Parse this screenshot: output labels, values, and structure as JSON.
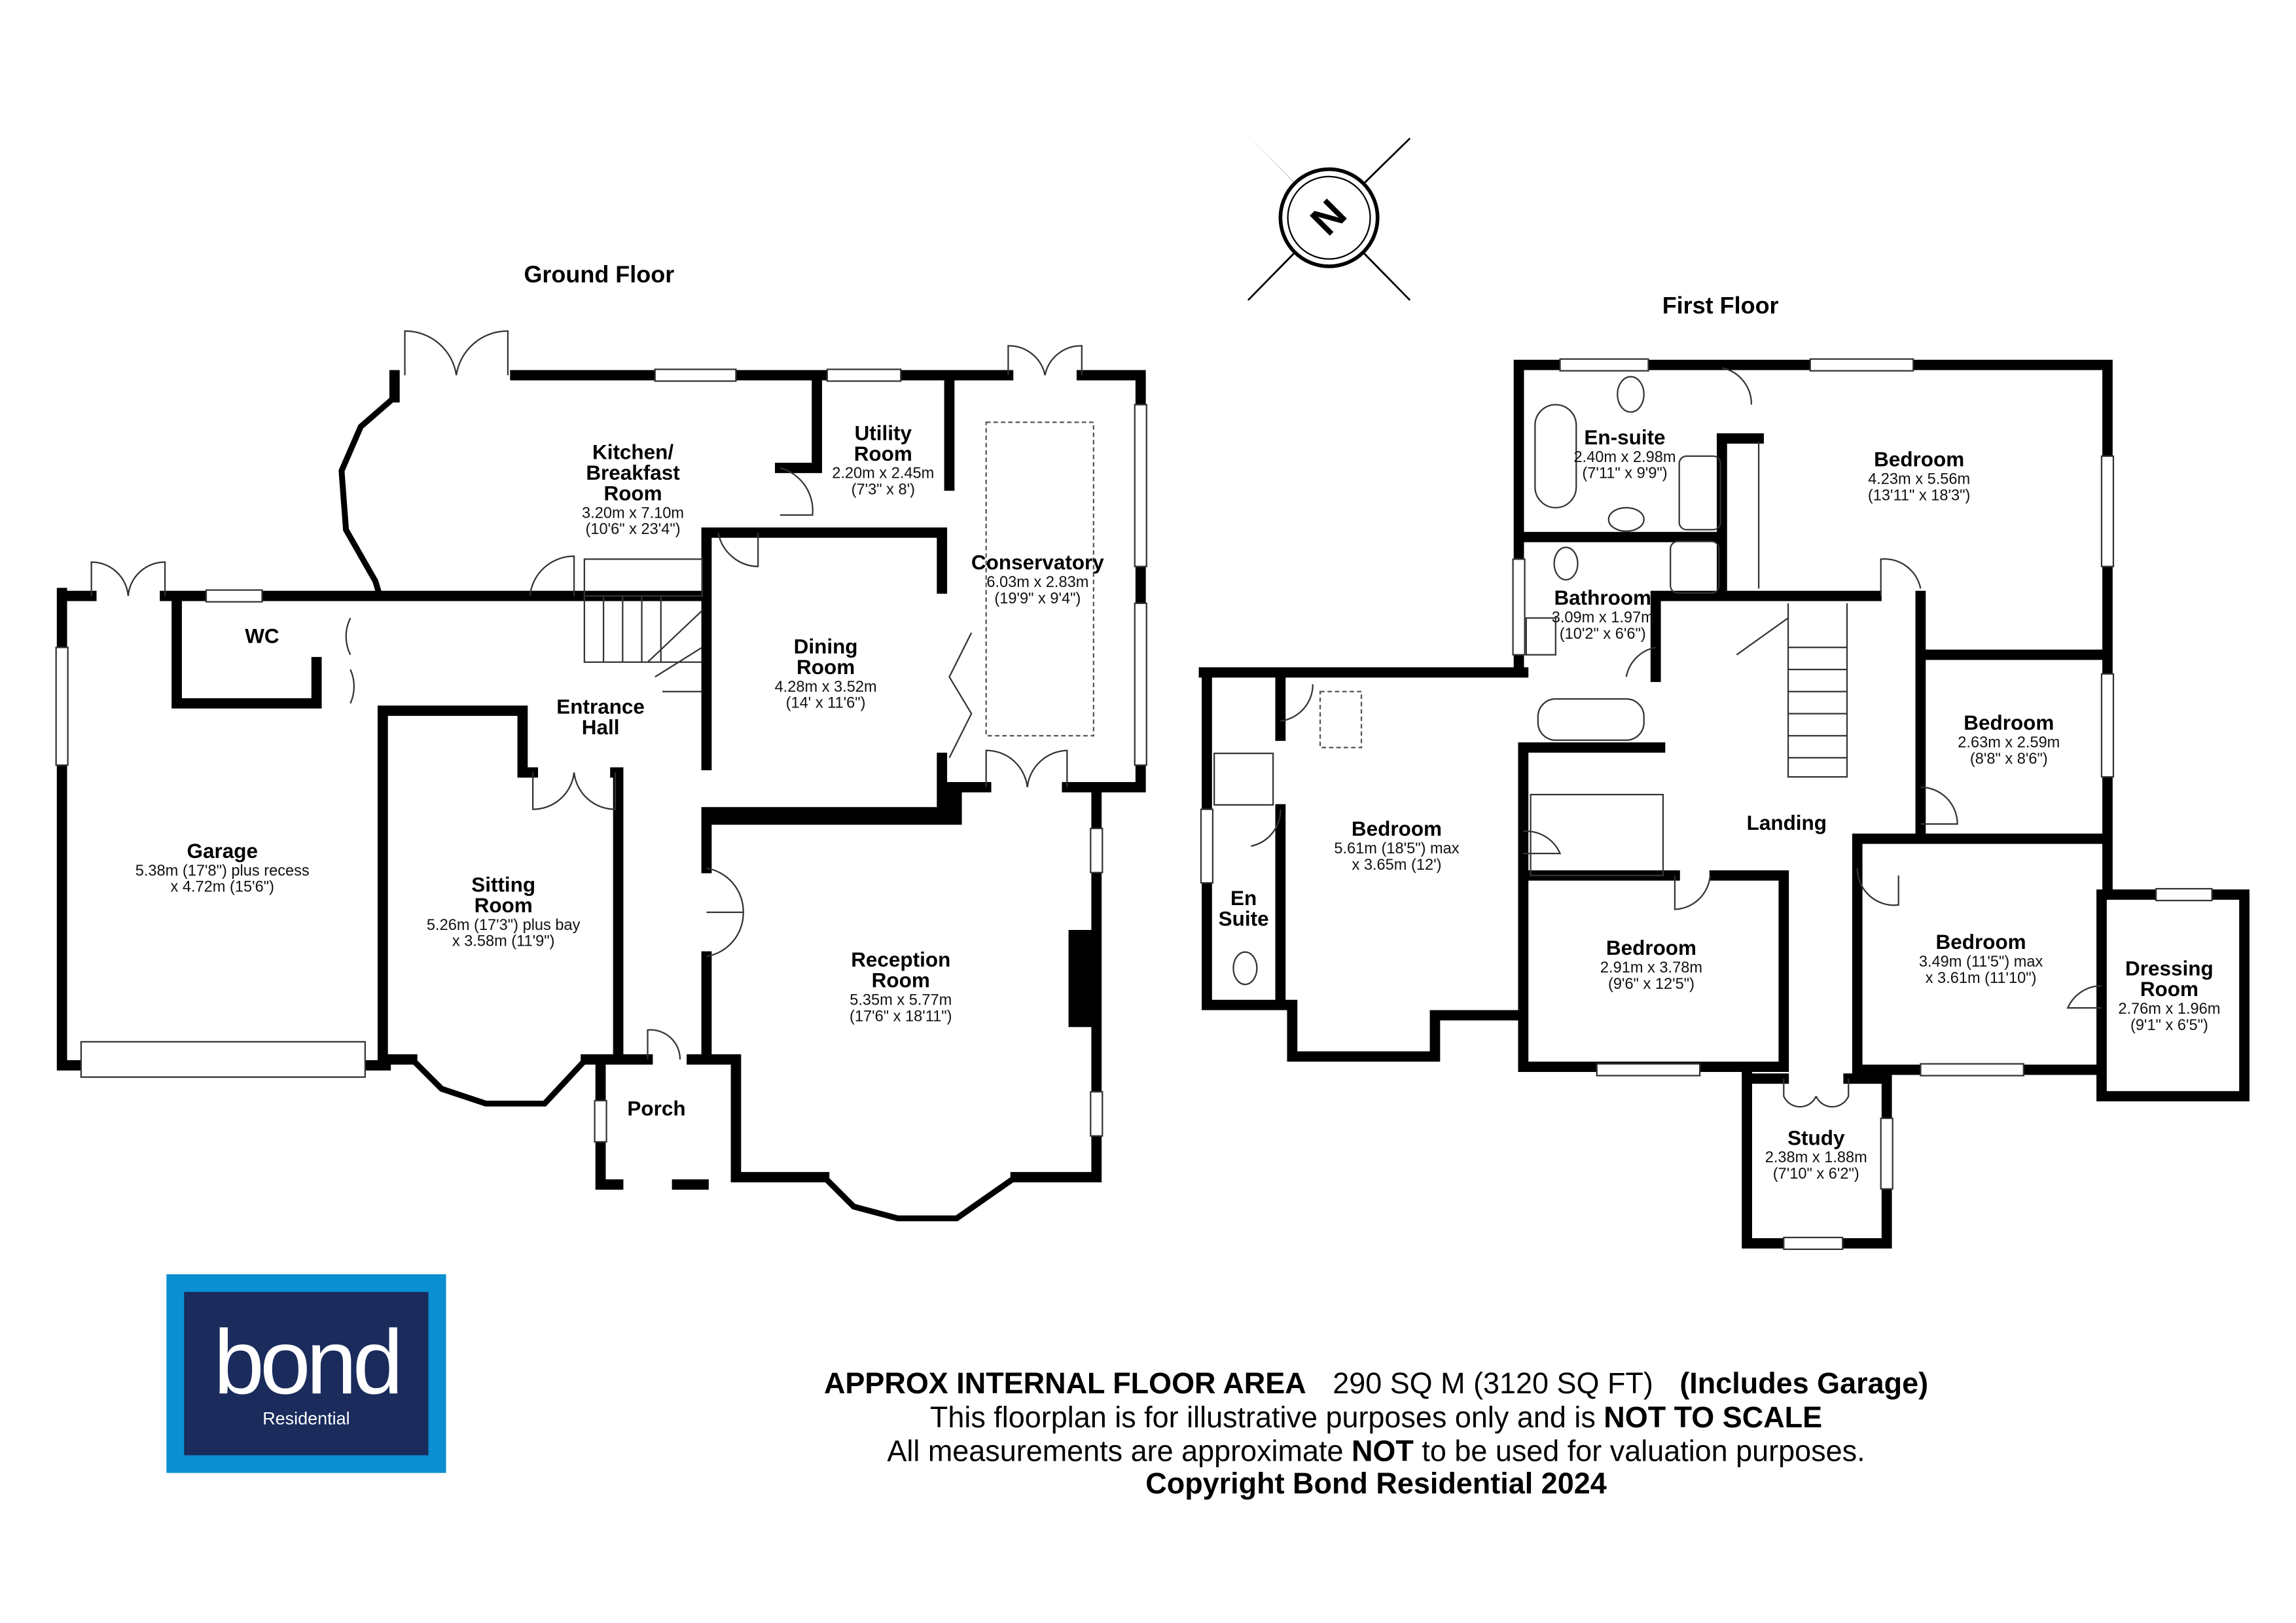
{
  "floors": {
    "ground": {
      "title": "Ground Floor",
      "rooms": [
        {
          "id": "wc",
          "name": [
            "WC"
          ],
          "dims": []
        },
        {
          "id": "kitchen",
          "name": [
            "Kitchen/",
            "Breakfast",
            "Room"
          ],
          "dims": [
            "3.20m x 7.10m",
            "(10'6\" x 23'4\")"
          ]
        },
        {
          "id": "utility",
          "name": [
            "Utility",
            "Room"
          ],
          "dims": [
            "2.20m x 2.45m",
            "(7'3\" x 8')"
          ]
        },
        {
          "id": "conservatory",
          "name": [
            "Conservatory"
          ],
          "dims": [
            "6.03m x 2.83m",
            "(19'9\" x 9'4\")"
          ]
        },
        {
          "id": "dining",
          "name": [
            "Dining",
            "Room"
          ],
          "dims": [
            "4.28m x 3.52m",
            "(14' x 11'6\")"
          ]
        },
        {
          "id": "entrance",
          "name": [
            "Entrance",
            "Hall"
          ],
          "dims": []
        },
        {
          "id": "garage",
          "name": [
            "Garage"
          ],
          "dims": [
            "5.38m (17'8\") plus recess",
            "x 4.72m (15'6\")"
          ]
        },
        {
          "id": "sitting",
          "name": [
            "Sitting",
            "Room"
          ],
          "dims": [
            "5.26m (17'3\") plus bay",
            "x 3.58m (11'9\")"
          ]
        },
        {
          "id": "reception",
          "name": [
            "Reception",
            "Room"
          ],
          "dims": [
            "5.35m x 5.77m",
            "(17'6\" x 18'11\")"
          ]
        },
        {
          "id": "porch",
          "name": [
            "Porch"
          ],
          "dims": []
        }
      ]
    },
    "first": {
      "title": "First Floor",
      "rooms": [
        {
          "id": "ensuite1",
          "name": [
            "En-suite"
          ],
          "dims": [
            "2.40m x 2.98m",
            "(7'11\" x 9'9\")"
          ]
        },
        {
          "id": "bedroom1",
          "name": [
            "Bedroom"
          ],
          "dims": [
            "4.23m x 5.56m",
            "(13'11\" x 18'3\")"
          ]
        },
        {
          "id": "bathroom",
          "name": [
            "Bathroom"
          ],
          "dims": [
            "3.09m x 1.97m",
            "(10'2\" x 6'6\")"
          ]
        },
        {
          "id": "bedroom2",
          "name": [
            "Bedroom"
          ],
          "dims": [
            "2.63m x 2.59m",
            "(8'8\" x 8'6\")"
          ]
        },
        {
          "id": "bedroom3",
          "name": [
            "Bedroom"
          ],
          "dims": [
            "5.61m (18'5\") max",
            "x 3.65m (12')"
          ]
        },
        {
          "id": "landing",
          "name": [
            "Landing"
          ],
          "dims": []
        },
        {
          "id": "ensuite2",
          "name": [
            "En",
            "Suite"
          ],
          "dims": []
        },
        {
          "id": "bedroom4",
          "name": [
            "Bedroom"
          ],
          "dims": [
            "2.91m x 3.78m",
            "(9'6\" x 12'5\")"
          ]
        },
        {
          "id": "bedroom5",
          "name": [
            "Bedroom"
          ],
          "dims": [
            "3.49m (11'5\") max",
            "x 3.61m (11'10\")"
          ]
        },
        {
          "id": "dressing",
          "name": [
            "Dressing",
            "Room"
          ],
          "dims": [
            "2.76m x 1.96m",
            "(9'1\" x 6'5\")"
          ]
        },
        {
          "id": "study",
          "name": [
            "Study"
          ],
          "dims": [
            "2.38m x 1.88m",
            "(7'10\" x 6'2\")"
          ]
        }
      ]
    }
  },
  "compass": {
    "label": "N",
    "icon": "compass-rose-icon"
  },
  "logo": {
    "word": "bond",
    "sub": "Residential",
    "outer_color": "#0a8fd2",
    "inner_color": "#1a2b5c"
  },
  "footer": {
    "area_label": "APPROX INTERNAL FLOOR AREA",
    "area_value": "290 SQ M (3120 SQ FT)",
    "area_note": "(Includes Garage)",
    "line2_pre": "This floorplan is for illustrative purposes only and is ",
    "line2_bold": "NOT TO SCALE",
    "line3_pre": "All measurements are approximate ",
    "line3_bold": "NOT",
    "line3_post": " to be used for valuation purposes.",
    "copyright": "Copyright Bond Residential 2024"
  }
}
